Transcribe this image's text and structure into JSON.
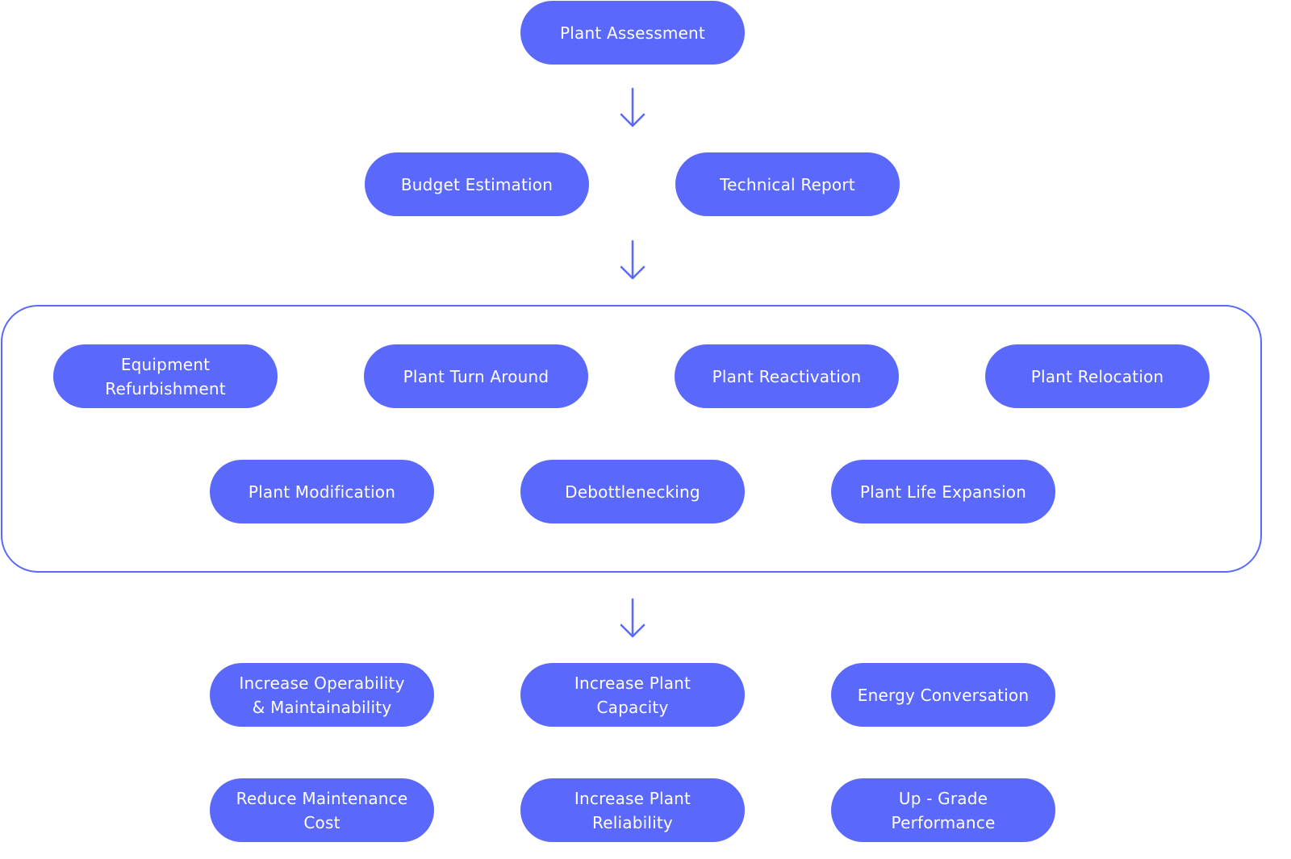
{
  "colors": {
    "node_fill": "#5A68FB",
    "node_text": "#FFFFFF",
    "frame_border": "#5A68FB",
    "arrow": "#5A68FB",
    "background": "#FFFFFF"
  },
  "icons": [
    "arrow-down-icon"
  ],
  "start": {
    "label": "Plant Assessment"
  },
  "outputs": [
    {
      "label": "Budget Estimation"
    },
    {
      "label": "Technical Report"
    }
  ],
  "services": [
    {
      "label": "Equipment\nRefurbishment"
    },
    {
      "label": "Plant Turn Around"
    },
    {
      "label": "Plant Reactivation"
    },
    {
      "label": "Plant Relocation"
    },
    {
      "label": "Plant Modification"
    },
    {
      "label": "Debottlenecking"
    },
    {
      "label": "Plant Life Expansion"
    }
  ],
  "benefits": [
    {
      "label": "Increase Operability\n& Maintainability"
    },
    {
      "label": "Increase Plant\nCapacity"
    },
    {
      "label": "Energy Conversation"
    },
    {
      "label": "Reduce Maintenance\nCost"
    },
    {
      "label": "Increase Plant\nReliability"
    },
    {
      "label": "Up - Grade\nPerformance"
    }
  ]
}
